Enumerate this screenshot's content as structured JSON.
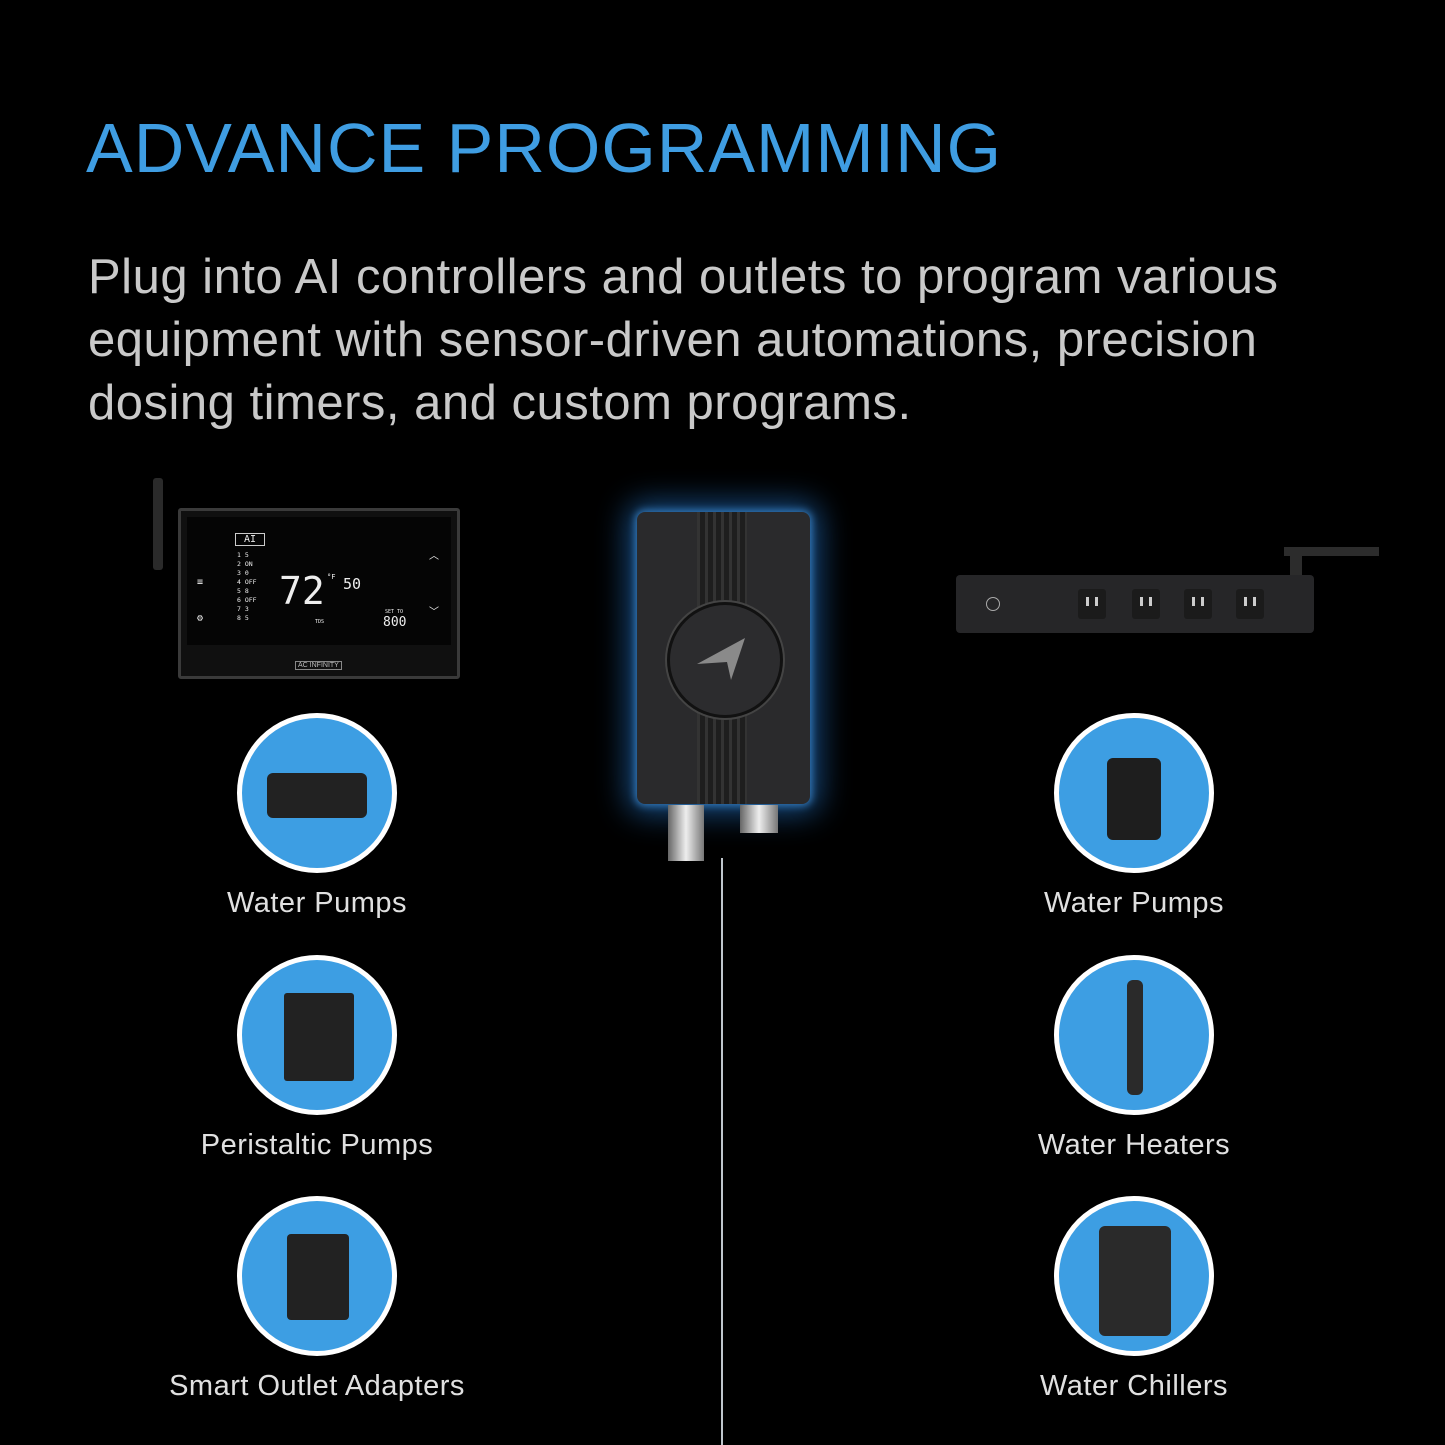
{
  "header": {
    "title": "ADVANCE PROGRAMMING",
    "description": "Plug into AI controllers and outlets to program various equipment with sensor-driven automations, precision dosing timers, and custom programs."
  },
  "controller": {
    "brand": "AC INFINITY",
    "mode": "AI",
    "temperature": "72",
    "temp_unit": "°F",
    "humidity": "50",
    "set_to_label": "SET TO",
    "set_value": "800",
    "set_unit": "TDS",
    "ports": [
      "1 5",
      "2 ON",
      "3 0",
      "4 OFF",
      "5 8",
      "6 OFF",
      "7 3",
      "8 5"
    ]
  },
  "left_items": [
    {
      "label": "Water Pumps",
      "icon": "water-pump-icon"
    },
    {
      "label": "Peristaltic Pumps",
      "icon": "peristaltic-pump-icon"
    },
    {
      "label": "Smart Outlet Adapters",
      "icon": "outlet-adapter-icon"
    }
  ],
  "right_items": [
    {
      "label": "Water Pumps",
      "icon": "submersible-pump-icon"
    },
    {
      "label": "Water Heaters",
      "icon": "water-heater-icon"
    },
    {
      "label": "Water Chillers",
      "icon": "water-chiller-icon"
    }
  ],
  "colors": {
    "accent": "#3f9de2",
    "circle": "#3d9ee3",
    "background": "#000000"
  }
}
